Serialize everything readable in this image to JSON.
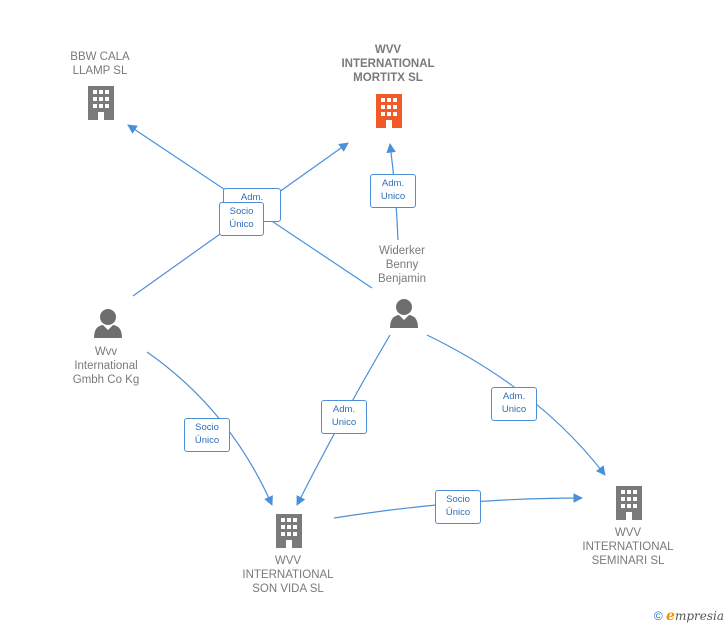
{
  "colors": {
    "edge": "#4a90d9",
    "company_icon": "#7a7a7a",
    "highlight_icon": "#f05a28",
    "person_icon": "#6e6e6e",
    "label_text": "#7a7a7a"
  },
  "nodes": {
    "bbw": {
      "label": "BBW CALA\nLLAMP  SL",
      "type": "company"
    },
    "mortitx": {
      "label": "WVV\nINTERNATIONAL\nMORTITX  SL",
      "type": "company-highlight"
    },
    "widerker": {
      "label": "Widerker\nBenny\nBenjamin",
      "type": "person"
    },
    "wvv_gmbh": {
      "label": "Wvv\nInternational\nGmbh Co Kg",
      "type": "person"
    },
    "son_vida": {
      "label": "WVV\nINTERNATIONAL\nSON VIDA  SL",
      "type": "company"
    },
    "seminari": {
      "label": "WVV\nINTERNATIONAL\nSEMINARI  SL",
      "type": "company"
    }
  },
  "edges": {
    "adm_bbw": "Adm.\n...",
    "socio_mortitx": "Socio\nÚnico",
    "adm_mortitx": "Adm.\nUnico",
    "socio_son_vida": "Socio\nÚnico",
    "adm_son_vida": "Adm.\nUnico",
    "adm_seminari": "Adm.\nUnico",
    "socio_seminari": "Socio\nÚnico"
  },
  "footer": {
    "copyright_symbol": "©",
    "brand_initial": "e",
    "brand_rest": "mpresia"
  }
}
